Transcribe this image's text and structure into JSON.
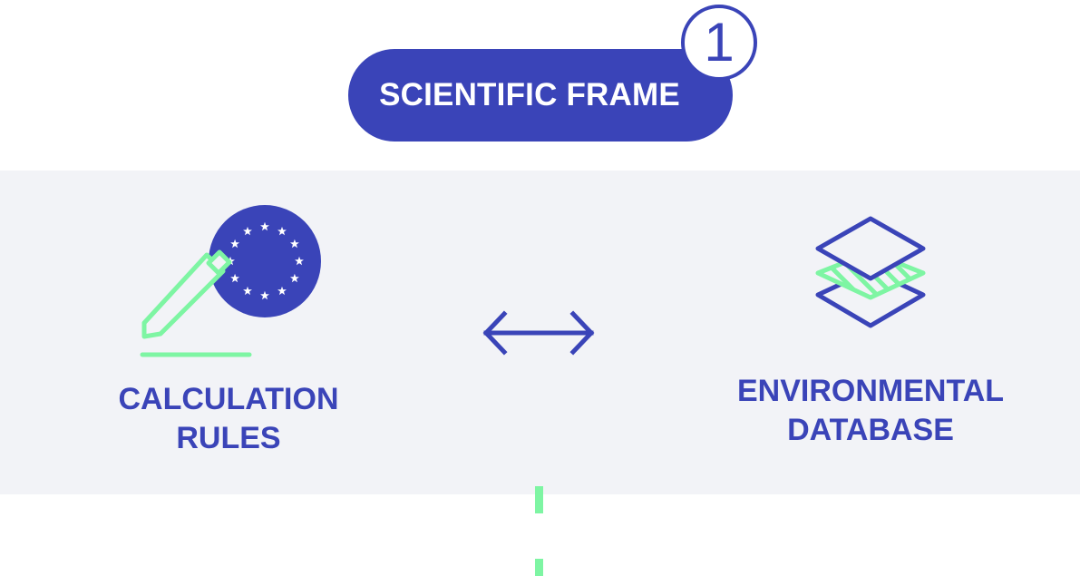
{
  "colors": {
    "primary": "#3a44b8",
    "accent": "#7ef5a3",
    "band": "#f2f3f7",
    "white": "#ffffff"
  },
  "header": {
    "title": "SCIENTIFIC FRAME",
    "step_number": "1"
  },
  "left": {
    "icon": "pencil-eu-flag-icon",
    "caption_line1": "CALCULATION",
    "caption_line2": "RULES"
  },
  "center": {
    "icon": "double-arrow-icon"
  },
  "right": {
    "icon": "database-layers-icon",
    "caption_line1": "ENVIRONMENTAL",
    "caption_line2": "DATABASE"
  }
}
